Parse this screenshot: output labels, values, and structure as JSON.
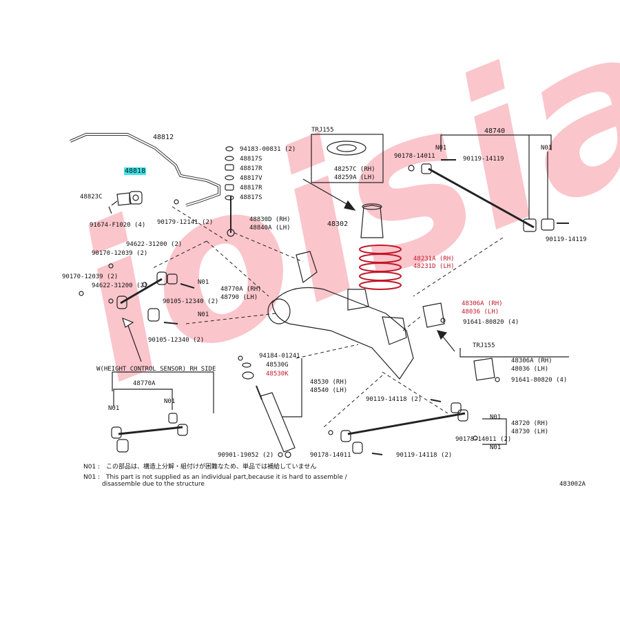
{
  "watermark": {
    "text": "ioisia",
    "color": "#f05a69"
  },
  "diagram_code": "483002A",
  "callouts": {
    "p48812": "48812",
    "p48818": "48818",
    "p48823c": "48823C",
    "p91674": "91674-F1020 (4)",
    "p90179_12141": "90179-12141 (2)",
    "p94183": "94183-00831 (2)",
    "p48817s_a": "48817S",
    "p48817r_a": "48817R",
    "p48817v": "48817V",
    "p48817r_b": "48817R",
    "p48817s_b": "48817S",
    "p48830d": "48830D (RH)",
    "p48840a": "48840A (LH)",
    "trj155_a": "TRJ155",
    "p48257c": "48257C (RH)",
    "p48259a": "48259A (LH)",
    "p48302": "48302",
    "p48231a": "48231A (RH)",
    "p48231d": "48231D (LH)",
    "p48740": "48740",
    "p90178_14011": "90178-14011",
    "n01_a": "N01",
    "p90119_14119_a": "90119-14119",
    "n01_b": "N01",
    "p90119_14119_b": "90119-14119",
    "p94622_a": "94622-31200 (2)",
    "p90170_12039_a": "90170-12039 (2)",
    "p90170_12039_b": "90170-12039 (2)",
    "p94622_b": "94622-31200 (2)",
    "n01_c": "N01",
    "p48770a_rh": "48770A (RH)",
    "p48790": "48790 (LH)",
    "p90105_a": "90105-12340 (2)",
    "n01_d": "N01",
    "p90105_b": "90105-12340 (2)",
    "p48306a_a": "48306A (RH)",
    "p48036_a": "48036 (LH)",
    "p91641_a": "91641-80820 (4)",
    "trj155_b": "TRJ155",
    "p48306a_b": "48306A (RH)",
    "p48036_b": "48036 (LH)",
    "p91641_b": "91641-80820 (4)",
    "p94184": "94184-01241",
    "p48530g": "48530G",
    "p48530k": "48530K",
    "p48530": "48530 (RH)",
    "p48540": "48540 (LH)",
    "height_sensor": "W(HEIGHT CONTROL SENSOR) RH SIDE",
    "p48770a": "48770A",
    "n01_e": "N01",
    "n01_f": "N01",
    "p90119_14118_a": "90119-14118 (2)",
    "n01_g": "N01",
    "p48720": "48720 (RH)",
    "p48730": "48730 (LH)",
    "p90178_14011_b": "90178-14011 (2)",
    "n01_h": "N01",
    "p90901": "90901-19052 (2)",
    "p90178_14011_c": "90178-14011",
    "p90119_14118_b": "90119-14118 (2)"
  },
  "notes": {
    "jp_code": "N01 :",
    "jp_text": "この部品は、構造上分解・組付けが困難なため、単品では補給していません",
    "en_code": "N01 :",
    "en_text_1": "This part is not supplied as an individual part,because it is hard to assemble /",
    "en_text_2": "disassemble due to the structure"
  }
}
